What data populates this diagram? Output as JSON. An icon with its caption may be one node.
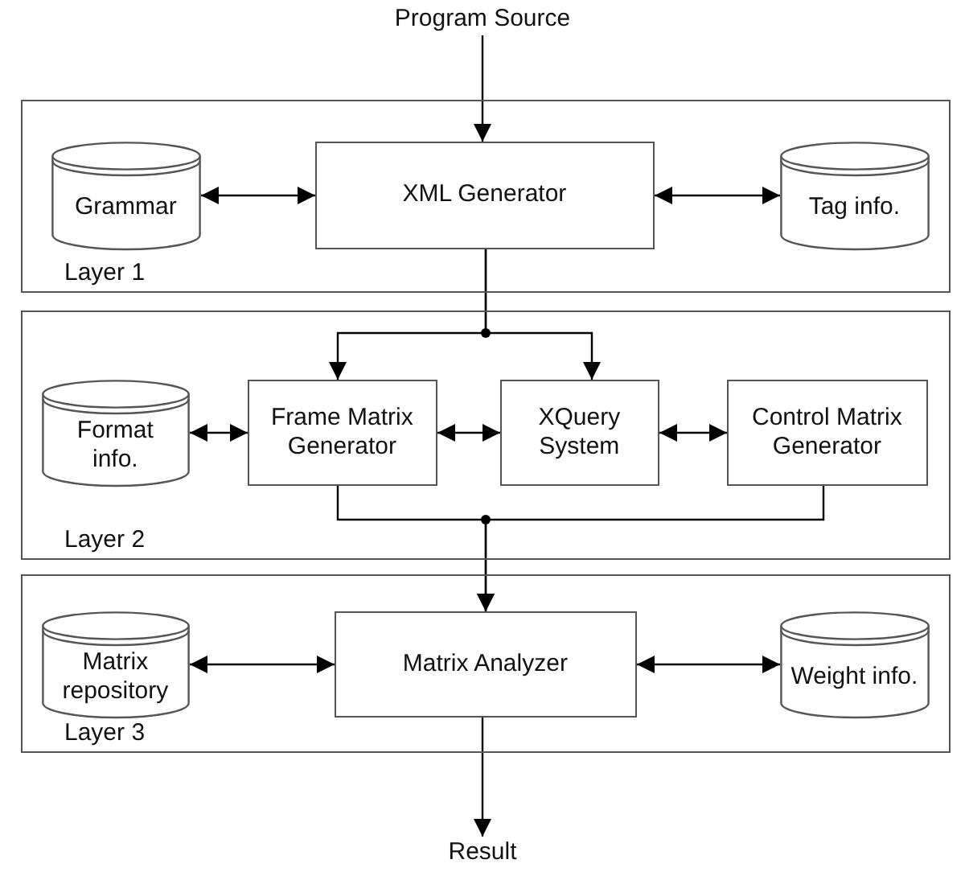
{
  "diagram": {
    "nodes": [
      {
        "text": [
          "Program Source"
        ]
      },
      {
        "text": [
          "Layer 1"
        ]
      },
      {
        "text": [
          "Grammar"
        ],
        "in": 1
      },
      {
        "text": [
          "XML Generator"
        ],
        "in": 1
      },
      {
        "text": [
          "Tag info."
        ],
        "in": 1
      },
      {
        "text": [
          "Layer 2"
        ]
      },
      {
        "text": [
          "Format info."
        ],
        "in": 5
      },
      {
        "text": [
          "Frame Matrix Generator"
        ],
        "in": 5
      },
      {
        "text": [
          "XQuery System"
        ],
        "in": 5
      },
      {
        "text": [
          "Control Matrix Generator"
        ],
        "in": 5
      },
      {
        "text": [
          "Layer 3"
        ]
      },
      {
        "text": [
          "Matrix repository"
        ],
        "in": 10
      },
      {
        "text": [
          "Matrix Analyzer"
        ],
        "in": 10
      },
      {
        "text": [
          "Weight info."
        ],
        "in": 10
      },
      {
        "text": [
          "Result"
        ]
      }
    ],
    "edges": [
      {
        "from": 0,
        "to": 3,
        "arrow": "to"
      },
      {
        "from": 2,
        "to": 3,
        "arrow": "both"
      },
      {
        "from": 3,
        "to": 4,
        "arrow": "both"
      },
      {
        "from": 3,
        "to": 7,
        "arrow": "to"
      },
      {
        "from": 3,
        "to": 8,
        "arrow": "to"
      },
      {
        "from": 6,
        "to": 7,
        "arrow": "both"
      },
      {
        "from": 7,
        "to": 8,
        "arrow": "both"
      },
      {
        "from": 8,
        "to": 9,
        "arrow": "both"
      },
      {
        "from": 7,
        "to": 12,
        "arrow": "to"
      },
      {
        "from": 9,
        "to": 12,
        "arrow": "to"
      },
      {
        "from": 11,
        "to": 12,
        "arrow": "both"
      },
      {
        "from": 12,
        "to": 13,
        "arrow": "both"
      },
      {
        "from": 12,
        "to": 14,
        "arrow": "to"
      }
    ]
  }
}
